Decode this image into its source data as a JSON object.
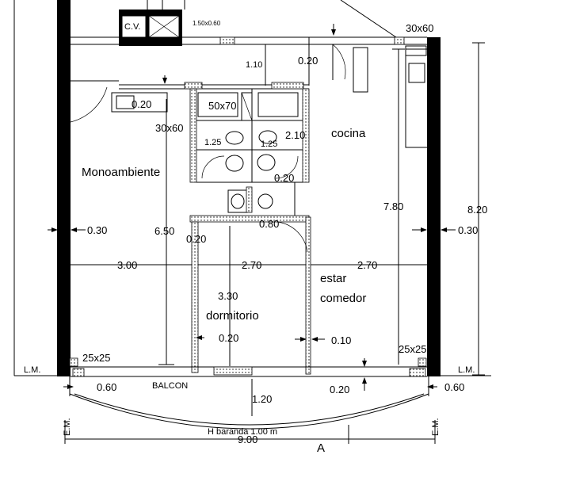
{
  "rooms": {
    "monoambiente": "Monoambiente",
    "cocina": "cocina",
    "estar": "estar",
    "comedor": "comedor",
    "dormitorio": "dormitorio",
    "balcon": "BALCON"
  },
  "labels": {
    "cv": "C.V.",
    "duct_top": "1.50x0.60",
    "lm_left": "L.M.",
    "lm_right": "L.M.",
    "em_left": "E.M.",
    "em_right": "E.M.",
    "baranda": "H baranda 1.00 m",
    "section_mark": "A"
  },
  "dims": {
    "d30x60_top": "30x60",
    "d1_10": "1.10",
    "d0_20_top": "0.20",
    "d0_20_left": "0.20",
    "d50x70": "50x70",
    "d30x60_left": "30x60",
    "d1_25_a": "1.25",
    "d1_25_b": "1.25",
    "d2_10": "2.10",
    "d0_20_bath": "0.20",
    "d6_50": "6.50",
    "d0_80": "0.80",
    "d0_20_dorm": "0.20",
    "d7_80": "7.80",
    "d8_20": "8.20",
    "d0_30_left": "0.30",
    "d0_30_right": "0.30",
    "d3_00": "3.00",
    "d2_70_a": "2.70",
    "d2_70_b": "2.70",
    "d3_30": "3.30",
    "d0_20_bottom": "0.20",
    "d0_10": "0.10",
    "d25x25_left": "25x25",
    "d25x25_right": "25x25",
    "d0_60_left": "0.60",
    "d0_60_right": "0.60",
    "d0_20_balcon": "0.20",
    "d1_20": "1.20",
    "d9_00": "9.00"
  }
}
